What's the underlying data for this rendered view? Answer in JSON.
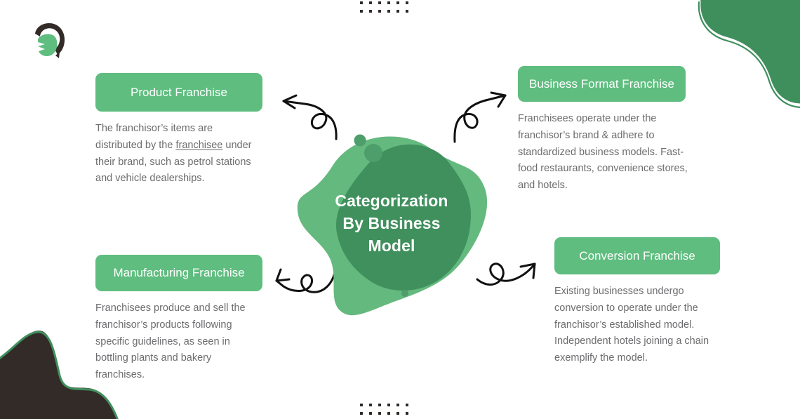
{
  "page": {
    "title": "Categorization By Business Model infographic"
  },
  "center": {
    "title": "Categorization\nBy Business\nModel",
    "blob_back_color": "#64b97e",
    "blob_front_color": "#40905e",
    "accent_dot_color": "#4e9e6b"
  },
  "theme": {
    "card_green": "#5fbd7f",
    "deep_green": "#3f8f5d",
    "dark_brown": "#332b27",
    "body_text": "#6d6b6e",
    "chip_text": "#ffffff",
    "dot_color": "#2f2a26",
    "background": "#ffffff"
  },
  "logo": {
    "name": "spartan-helmet-logo",
    "dark_color": "#332b27",
    "green_color": "#5fbd7f"
  },
  "cards": [
    {
      "id": "product-franchise",
      "title": "Product Franchise",
      "body_lead": "The franchisor’s items are distributed by the ",
      "body_link": "franchisee",
      "body_tail": " under their brand, such as petrol stations and vehicle dealerships."
    },
    {
      "id": "business-format-franchise",
      "title": "Business Format Franchise",
      "body": "Franchisees operate under the franchisor’s brand & adhere to standardized business models. Fast-food restaurants, convenience stores, and hotels."
    },
    {
      "id": "manufacturing-franchise",
      "title": "Manufacturing Franchise",
      "body": "Franchisees produce and sell the franchisor’s products following specific guidelines, as seen in bottling plants and bakery franchises."
    },
    {
      "id": "conversion-franchise",
      "title": "Conversion Franchise",
      "body": "Existing businesses undergo conversion to operate under the franchisor’s established model. Independent hotels joining a chain exemplify the model."
    }
  ],
  "decorations": {
    "dot_grid_columns": 6,
    "dot_grid_rows": 2,
    "arrows": [
      {
        "name": "arrow-top-left",
        "direction": "left"
      },
      {
        "name": "arrow-top-right",
        "direction": "up-right"
      },
      {
        "name": "arrow-bottom-left",
        "direction": "up-left"
      },
      {
        "name": "arrow-bottom-right",
        "direction": "up-right"
      }
    ]
  }
}
